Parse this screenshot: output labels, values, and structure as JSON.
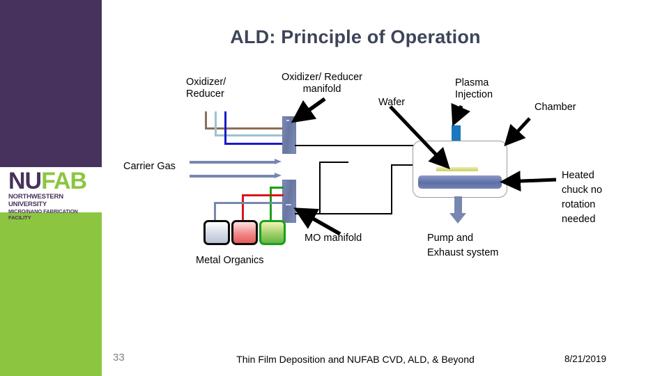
{
  "slide": {
    "title": "ALD: Principle of Operation",
    "title_color": "#3E4559",
    "background": "#FFFFFF",
    "accent_purple": "#46325C",
    "accent_green": "#8CC640"
  },
  "logo": {
    "name": "nufab-logo",
    "word_part1": "NU",
    "word_part2": "FAB",
    "subtitle1": "NORTHWESTERN UNIVERSITY",
    "subtitle2": "MICRO/NANO FABRICATION FACILITY"
  },
  "labels": {
    "oxidizer_reducer": "Oxidizer/\nReducer",
    "oxidizer_reducer_manifold": "Oxidizer/ Reducer\nmanifold",
    "wafer": "Wafer",
    "plasma_injection": "Plasma\nInjection",
    "chamber": "Chamber",
    "carrier_gas": "Carrier Gas",
    "heated_chuck": "Heated\nchuck no\nrotation\nneeded",
    "mo_manifold": "MO manifold",
    "metal_organics": "Metal Organics",
    "pump_exhaust": "Pump and\nExhaust system"
  },
  "diagram": {
    "oxidizer_line_colors": [
      "#8C6E5A",
      "#9BC4CE",
      "#1A1AC8"
    ],
    "mo_line_colors": [
      "#7787B0",
      "#D81616",
      "#1AA01A"
    ],
    "manifold_color": "#68779F",
    "carrier_gas_arrow_color": "#7787B0",
    "injection_color": "#1B77BE",
    "wafer_color": "#D8DC7E",
    "chuck_color": "#5D6FA6",
    "chamber_border_color": "#9A9A9A",
    "vessels": [
      {
        "name": "metal-organic-source-1",
        "fill": "#D2D7E6",
        "border": "#0B0B0B"
      },
      {
        "name": "metal-organic-source-2",
        "fill": "#F08A8A",
        "border": "#0B0B0B"
      },
      {
        "name": "metal-organic-source-3",
        "fill": "#9FD06A",
        "border": "#1AA01A"
      }
    ]
  },
  "footer": {
    "slide_number": "33",
    "center_text": "Thin Film Deposition and NUFAB CVD,  ALD, & Beyond",
    "date": "8/21/2019"
  }
}
